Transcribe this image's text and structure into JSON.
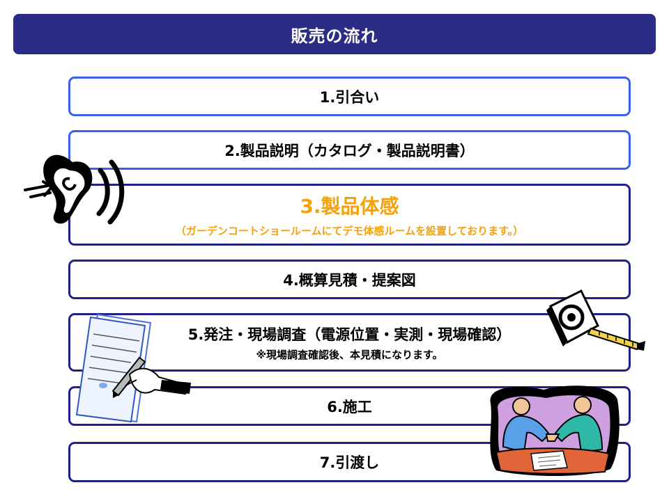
{
  "title": "販売の流れ",
  "colors": {
    "title_bg": "#2b2c85",
    "border_light": "#3a5fe8",
    "border_dark": "#1f2188",
    "highlight_text": "#f5a10a"
  },
  "steps": [
    {
      "label": "1.引合い"
    },
    {
      "label": "2.製品説明（カタログ・製品説明書）"
    },
    {
      "label": "3.製品体感",
      "note": "（ガーデンコートショールームにてデモ体感ルームを設置しております。）"
    },
    {
      "label": "4.概算見積・提案図"
    },
    {
      "label": "5.発注・現場調査（電源位置・実測・現場確認）",
      "note": "※現場調査確認後、本見積になります。"
    },
    {
      "label": "6.施工"
    },
    {
      "label": "7.引渡し"
    }
  ],
  "illustrations": [
    "ear-icon",
    "tape-measure-icon",
    "signing-document-icon",
    "handshake-meeting-icon"
  ]
}
